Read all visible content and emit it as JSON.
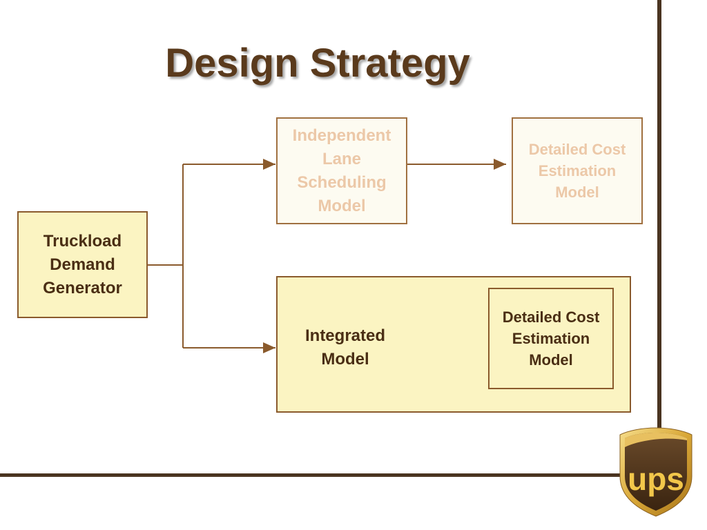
{
  "slide": {
    "title": "Design Strategy"
  },
  "diagram": {
    "truckload_box": {
      "line1": "Truckload",
      "line2": "Demand",
      "line3": "Generator"
    },
    "lane_box": {
      "line1": "Independent",
      "line2": "Lane",
      "line3": "Scheduling",
      "line4": "Model"
    },
    "cost_box_top": {
      "line1": "Detailed Cost",
      "line2": "Estimation",
      "line3": "Model"
    },
    "integrated_box": {
      "line1": "Integrated",
      "line2": "Model"
    },
    "cost_box_inner": {
      "line1": "Detailed Cost",
      "line2": "Estimation",
      "line3": "Model"
    }
  },
  "logo": {
    "text": "ups"
  },
  "colors": {
    "brown_dark": "#4a3420",
    "box_fill": "#fbf4c2",
    "faded_text": "#ecc8a8",
    "arrow": "#8a5a2c",
    "logo_gold": "#e0b040"
  }
}
